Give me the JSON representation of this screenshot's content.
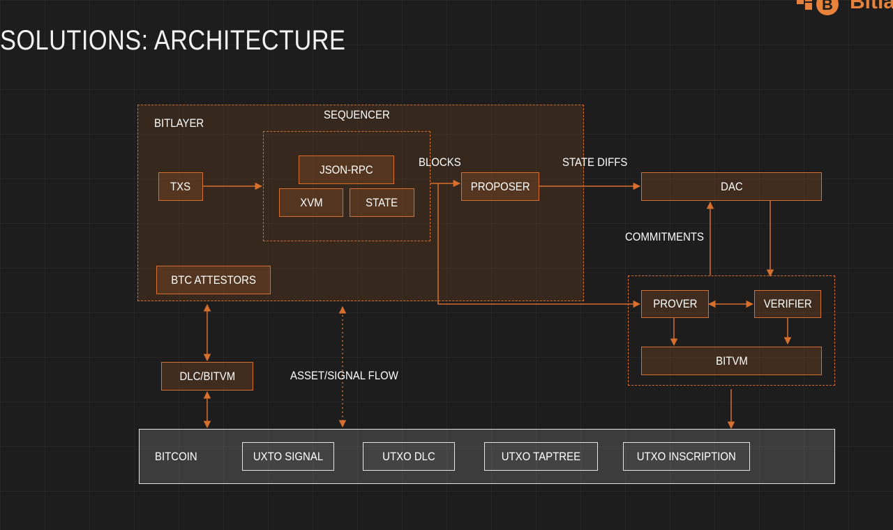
{
  "title": "SOLUTIONS: ARCHITECTURE",
  "logo": {
    "text": "Bitla",
    "icon": "bitcoin-logo-icon"
  },
  "diagram": {
    "regions": {
      "bitlayer": "BITLAYER",
      "sequencer": "SEQUENCER",
      "bitcoin": "BITCOIN"
    },
    "nodes": {
      "txs": "TXS",
      "json_rpc": "JSON-RPC",
      "xvm": "XVM",
      "state": "STATE",
      "proposer": "PROPOSER",
      "dac": "DAC",
      "btc_attestors": "BTC ATTESTORS",
      "prover": "PROVER",
      "verifier": "VERIFIER",
      "bitvm": "BITVM",
      "dlc_bitvm": "DLC/BITVM",
      "uxto_signal": "UXTO SIGNAL",
      "utxo_dlc": "UTXO DLC",
      "utxo_taptree": "UTXO TAPTREE",
      "utxo_inscription": "UTXO INSCRIPTION"
    },
    "edge_labels": {
      "blocks": "BLOCKS",
      "state_diffs": "STATE DIFFS",
      "commitments": "COMMITMENTS",
      "asset_signal_flow": "ASSET/SIGNAL FLOW"
    },
    "colors": {
      "accent": "#d86f2c",
      "background": "#1d1d1d",
      "bitcoin_panel": "#e6e6e6"
    }
  }
}
